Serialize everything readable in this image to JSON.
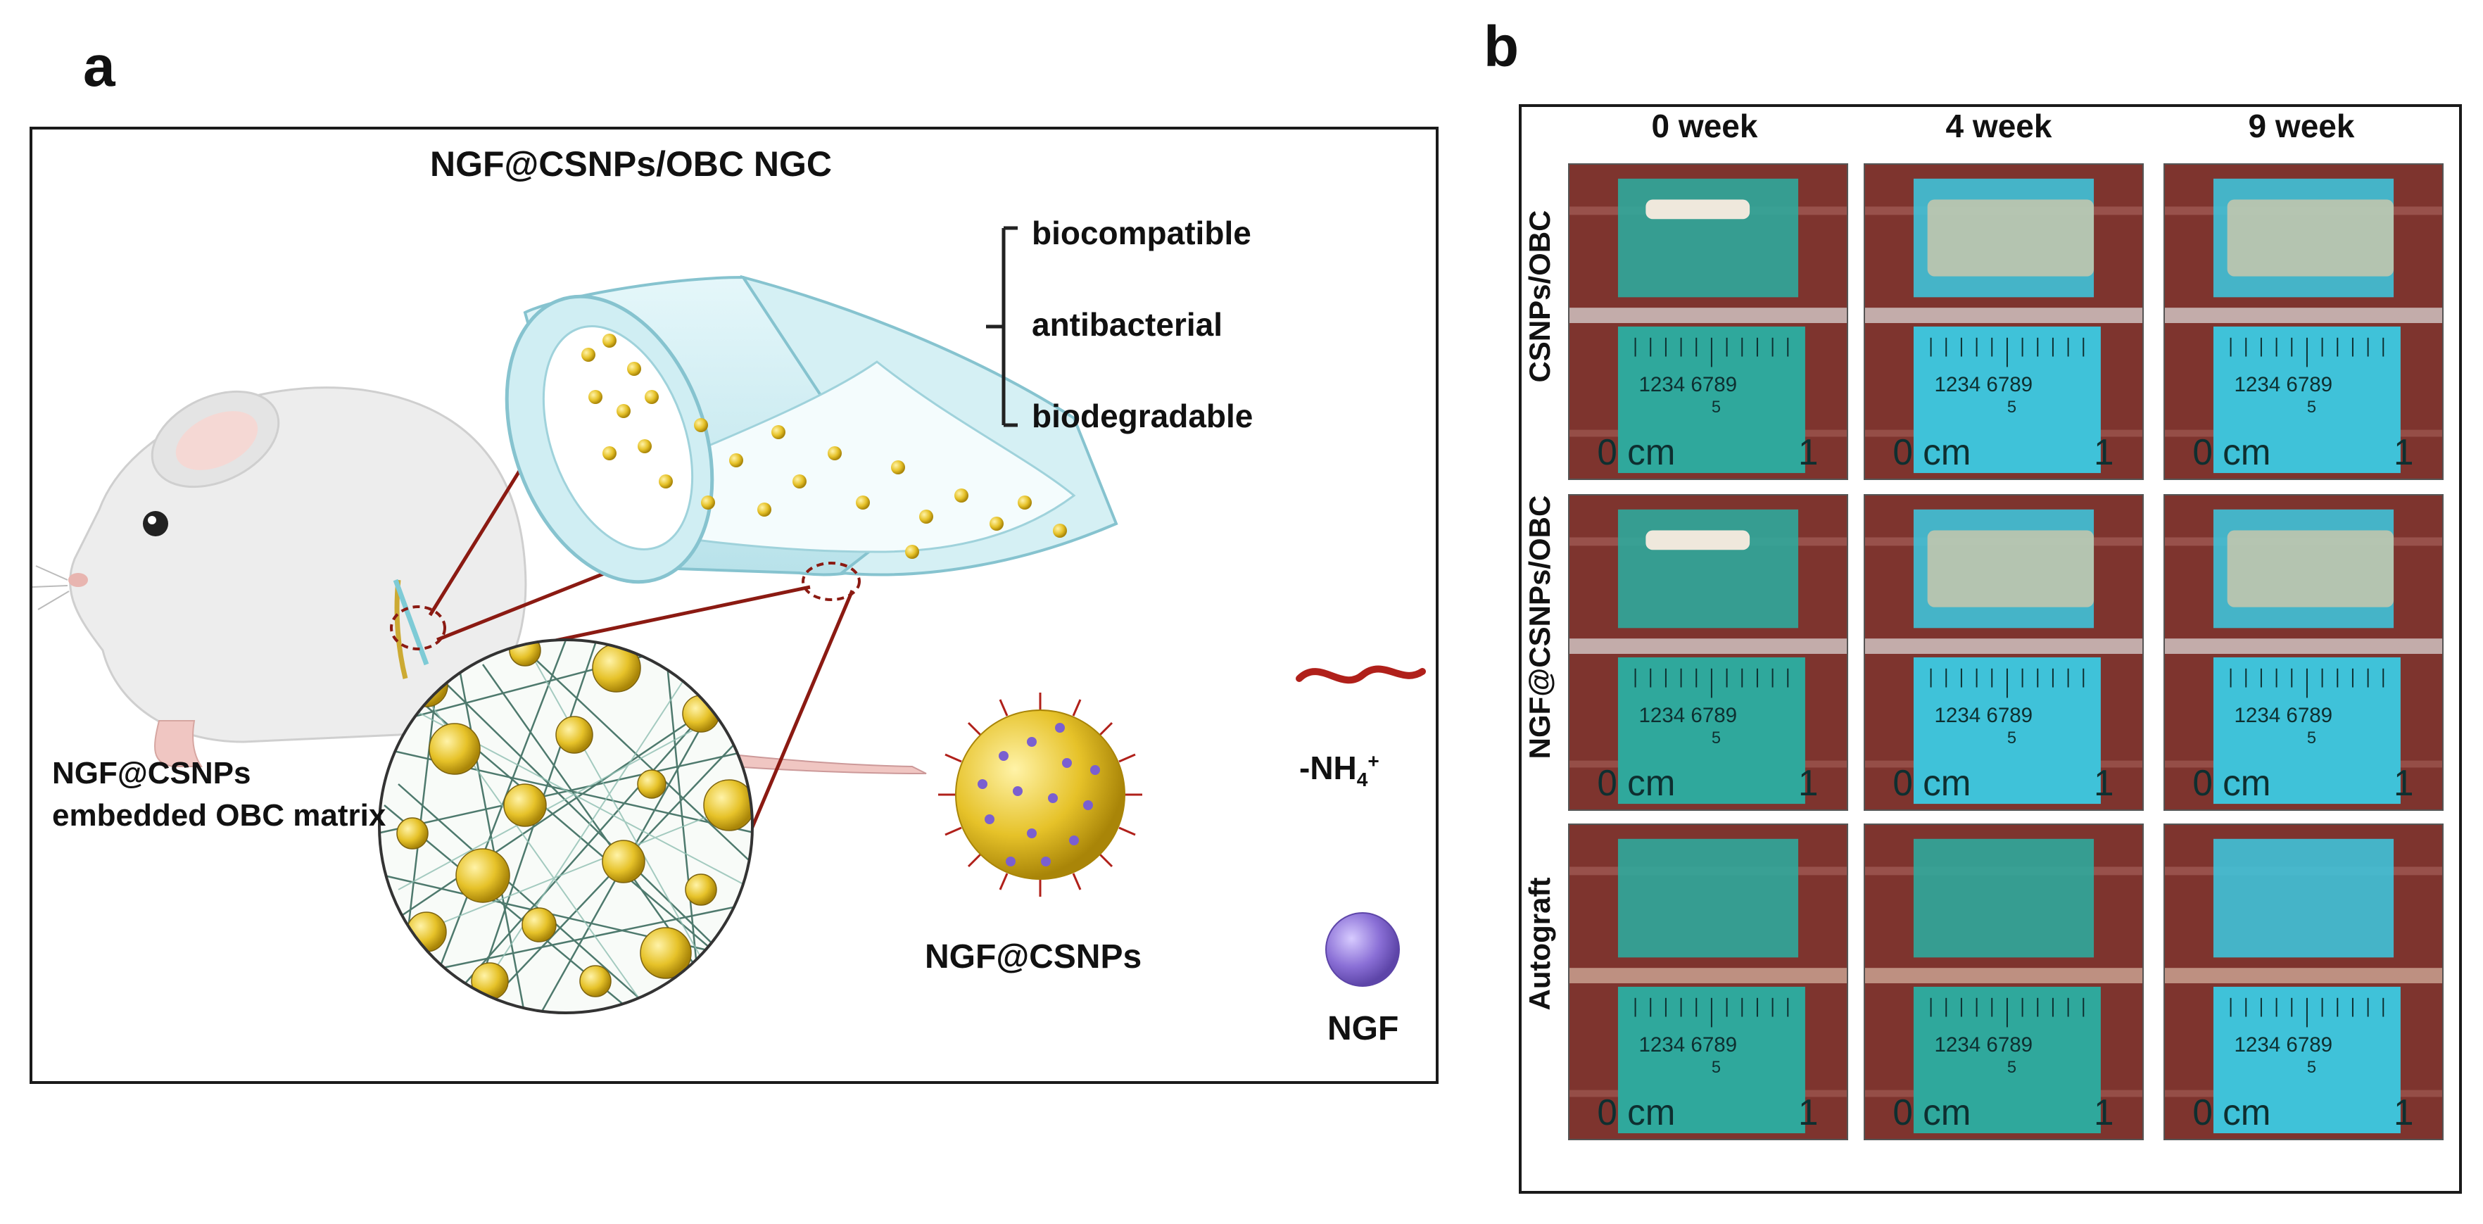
{
  "panel_a": {
    "letter": "a",
    "title": "NGF@CSNPs/OBC NGC",
    "properties": [
      "biocompatible",
      "antibacterial",
      "biodegradable"
    ],
    "matrix_label_line1": "NGF@CSNPs",
    "matrix_label_line2": "embedded OBC matrix",
    "nanoparticle_label": "NGF@CSNPs",
    "chain_label": "-NH",
    "chain_subscript": "4",
    "chain_superscript": "+",
    "ngf_label": "NGF",
    "colors": {
      "conduit": "#cdeef3",
      "particle": "#e6c229",
      "ngf": "#8a6fd6",
      "chain": "#b0201a",
      "mouse": "#ececec"
    }
  },
  "panel_b": {
    "letter": "b",
    "columns": [
      "0 week",
      "4 week",
      "9 week"
    ],
    "rows": [
      "CSNPs/OBC",
      "NGF@CSNPs/OBC",
      "Autograft"
    ],
    "ruler_digits": "1234 6789",
    "ruler_mid": "5",
    "ruler_zero": "0 cm",
    "ruler_one": "1",
    "colors": {
      "tissue": "#8a3b35",
      "pad_green": "#2fa89c",
      "pad_blue": "#3fc2d9"
    }
  }
}
